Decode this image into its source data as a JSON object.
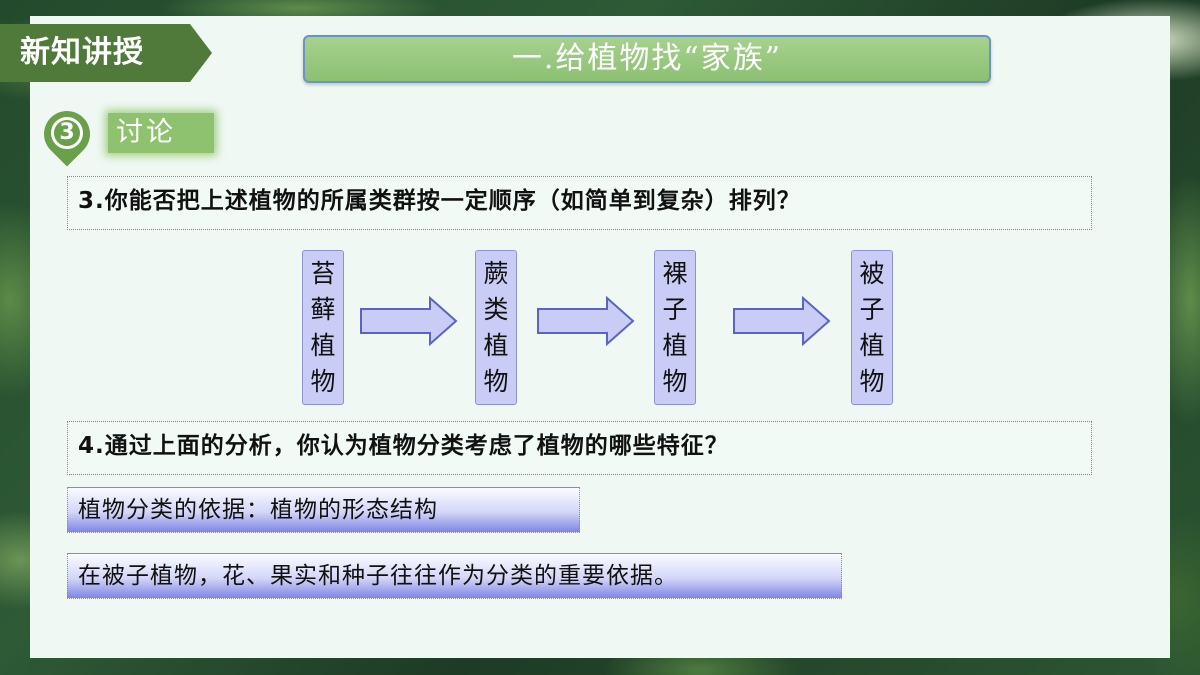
{
  "header": {
    "section_label": "新知讲授",
    "title": "一.给植物找“家族”"
  },
  "subsection": {
    "number": "3",
    "label": "讨论"
  },
  "questions": [
    {
      "text": "3.你能否把上述植物的所属类群按一定顺序（如简单到复杂）排列？"
    },
    {
      "text": "4.通过上面的分析，你认为植物分类考虑了植物的哪些特征？"
    }
  ],
  "flow": [
    {
      "chars": [
        "苔",
        "藓",
        "植",
        "物"
      ]
    },
    {
      "chars": [
        "蕨",
        "类",
        "植",
        "物"
      ]
    },
    {
      "chars": [
        "裸",
        "子",
        "植",
        "物"
      ]
    },
    {
      "chars": [
        "被",
        "子",
        "植",
        "物"
      ]
    }
  ],
  "answers": [
    {
      "text": "植物分类的依据：植物的形态结构"
    },
    {
      "text": "在被子植物，花、果实和种子往往作为分类的重要依据。"
    }
  ],
  "colors": {
    "ribbon": "#4f7a3a",
    "title_bar": "#8cc072",
    "stage_box": "#c9cdf6",
    "answer_gradient_end": "#7d86e6"
  }
}
